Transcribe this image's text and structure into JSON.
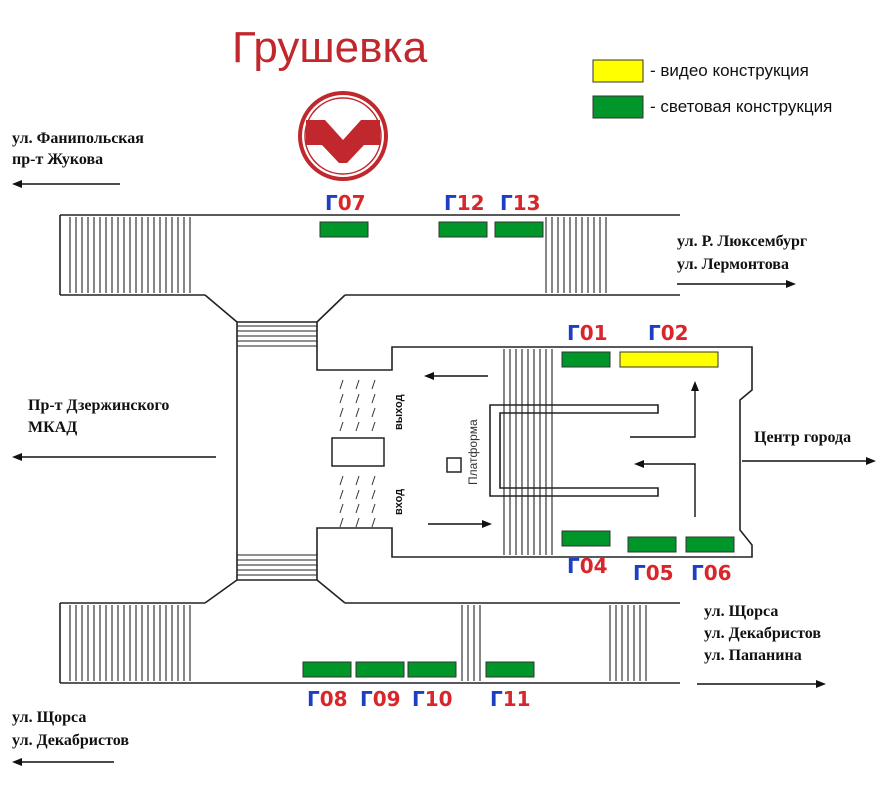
{
  "title": "Грушевка",
  "legend": {
    "items": [
      {
        "label": "- видео конструкция",
        "color": "#ffff00"
      },
      {
        "label": "- световая конструкция",
        "color": "#00962a"
      }
    ]
  },
  "logo": {
    "icon": "metro-m-logo",
    "color": "#c0282d"
  },
  "streets": {
    "top_left": [
      "ул. Фанипольская",
      "пр-т Жукова"
    ],
    "top_right": [
      "ул.  Р. Люксембург",
      "ул. Лермонтова"
    ],
    "mid_left": [
      "Пр-т Дзержинского",
      "МКАД"
    ],
    "mid_right": [
      "Центр города"
    ],
    "bottom_right": [
      "ул. Щорса",
      "ул. Декабристов",
      "ул. Папанина"
    ],
    "bottom_left": [
      "ул. Щорса",
      "ул. Декабристов"
    ]
  },
  "labels": {
    "exit": "выход",
    "entry": "вход",
    "platform": "Платформа"
  },
  "constructions": [
    {
      "code": "Г",
      "num": "07",
      "type": "световая конструкция",
      "color": "#00962a"
    },
    {
      "code": "Г",
      "num": "12",
      "type": "световая конструкция",
      "color": "#00962a"
    },
    {
      "code": "Г",
      "num": "13",
      "type": "световая конструкция",
      "color": "#00962a"
    },
    {
      "code": "Г",
      "num": "01",
      "type": "световая конструкция",
      "color": "#00962a"
    },
    {
      "code": "Г",
      "num": "02",
      "type": "видео конструкция",
      "color": "#ffff00"
    },
    {
      "code": "Г",
      "num": "04",
      "type": "световая конструкция",
      "color": "#00962a"
    },
    {
      "code": "Г",
      "num": "05",
      "type": "световая конструкция",
      "color": "#00962a"
    },
    {
      "code": "Г",
      "num": "06",
      "type": "световая конструкция",
      "color": "#00962a"
    },
    {
      "code": "Г",
      "num": "08",
      "type": "световая конструкция",
      "color": "#00962a"
    },
    {
      "code": "Г",
      "num": "09",
      "type": "световая конструкция",
      "color": "#00962a"
    },
    {
      "code": "Г",
      "num": "10",
      "type": "световая конструкция",
      "color": "#00962a"
    },
    {
      "code": "Г",
      "num": "11",
      "type": "световая конструкция",
      "color": "#00962a"
    }
  ]
}
